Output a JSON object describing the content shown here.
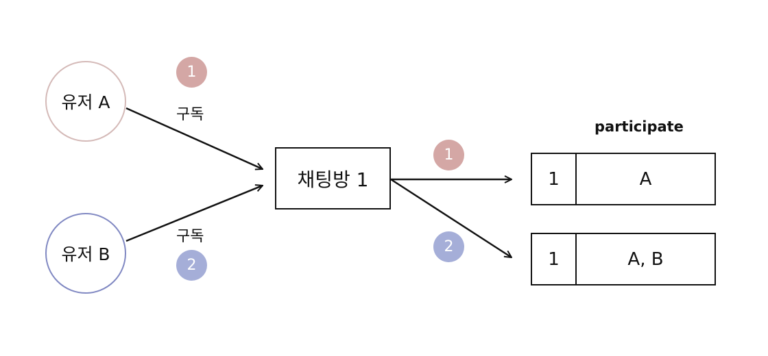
{
  "nodes": {
    "user_a": "유저 A",
    "user_b": "유저 B",
    "room": "채팅방 1"
  },
  "edges": {
    "subscribe_a": "구독",
    "subscribe_b": "구독"
  },
  "badges": {
    "step_a": "1",
    "step_b": "2",
    "step_out_1": "1",
    "step_out_2": "2"
  },
  "table": {
    "title": "participate",
    "rows": [
      {
        "id": "1",
        "value": "A"
      },
      {
        "id": "1",
        "value": "A, B"
      }
    ]
  },
  "colors": {
    "user_a_border": "#d4b9b7",
    "user_b_border": "#8088c2",
    "badge_red": "#d4a7a5",
    "badge_blue": "#a5aed8",
    "stroke": "#111111"
  }
}
